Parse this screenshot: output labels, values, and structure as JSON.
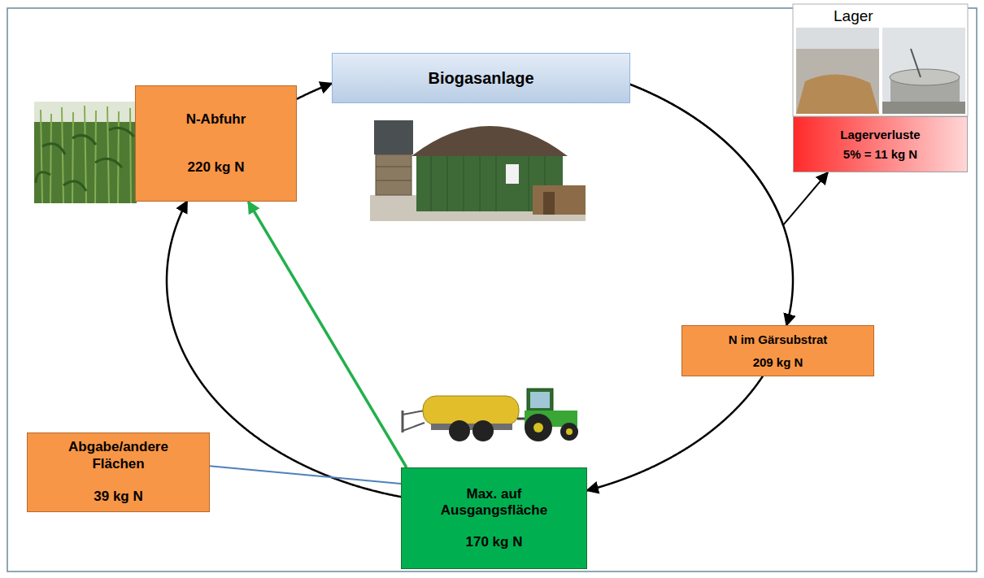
{
  "diagram": {
    "nodes": [
      {
        "text": [
          "Biogasanlage"
        ]
      },
      {
        "text": [
          "N-Abfuhr",
          "220 kg N"
        ]
      },
      {
        "text": [
          "Lagerverluste",
          "5% = 11 kg N"
        ]
      },
      {
        "text": [
          "N im Gärsubstrat",
          "209 kg N"
        ]
      },
      {
        "text": [
          "Abgabe/andere Flächen",
          "39 kg N"
        ]
      },
      {
        "text": [
          "Max. auf Ausgangsfläche",
          "170 kg N"
        ]
      }
    ],
    "edges": [
      {
        "from": 1,
        "to": 0,
        "arrow": "to"
      },
      {
        "from": 0,
        "to": 3,
        "arrow": "to"
      },
      {
        "from": 0,
        "to": 2,
        "arrow": "to"
      },
      {
        "from": 3,
        "to": 5,
        "arrow": "to"
      },
      {
        "from": 5,
        "to": 1,
        "arrow": "to"
      },
      {
        "from": 5,
        "to": 1,
        "arrow": "to"
      },
      {
        "from": 5,
        "to": 4,
        "arrow": "none"
      }
    ],
    "labels": [
      "Lager"
    ]
  }
}
